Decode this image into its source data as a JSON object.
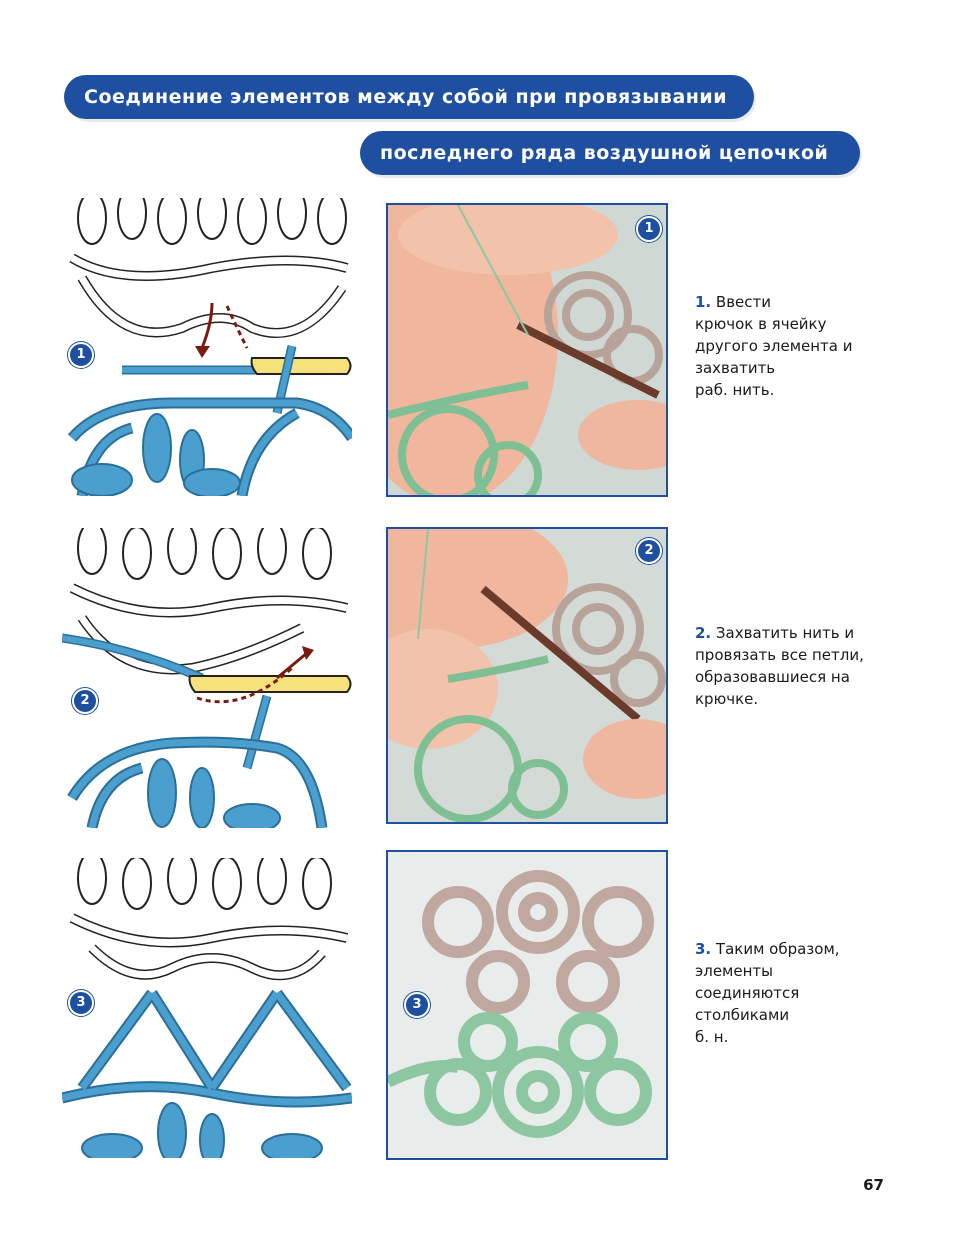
{
  "header": {
    "line1": "Соединение элементов между собой при провязывании",
    "line2": "последнего ряда воздушной цепочкой"
  },
  "steps": [
    {
      "number": "1",
      "number_label": "1.",
      "text_lines": [
        "Ввести",
        "крючок в ячейку",
        "другого элемента и",
        "захватить",
        "раб. нить."
      ]
    },
    {
      "number": "2",
      "number_label": "2.",
      "text_lines": [
        "Захватить нить и",
        "провязать все петли,",
        "образовавшиеся на",
        "крючке."
      ]
    },
    {
      "number": "3",
      "number_label": "3.",
      "text_lines": [
        "Таким образом,",
        "элементы",
        "соединяются",
        "столбиками",
        "б. н."
      ]
    }
  ],
  "page_number": "67",
  "colors": {
    "banner": "#1e4fa0",
    "diagram_blue": "#4a9fcf",
    "hook_yellow": "#f6e27a",
    "arrow_red": "#7a1a10",
    "motif_beige": "#c7b3a8",
    "motif_green": "#8fc7a0"
  }
}
